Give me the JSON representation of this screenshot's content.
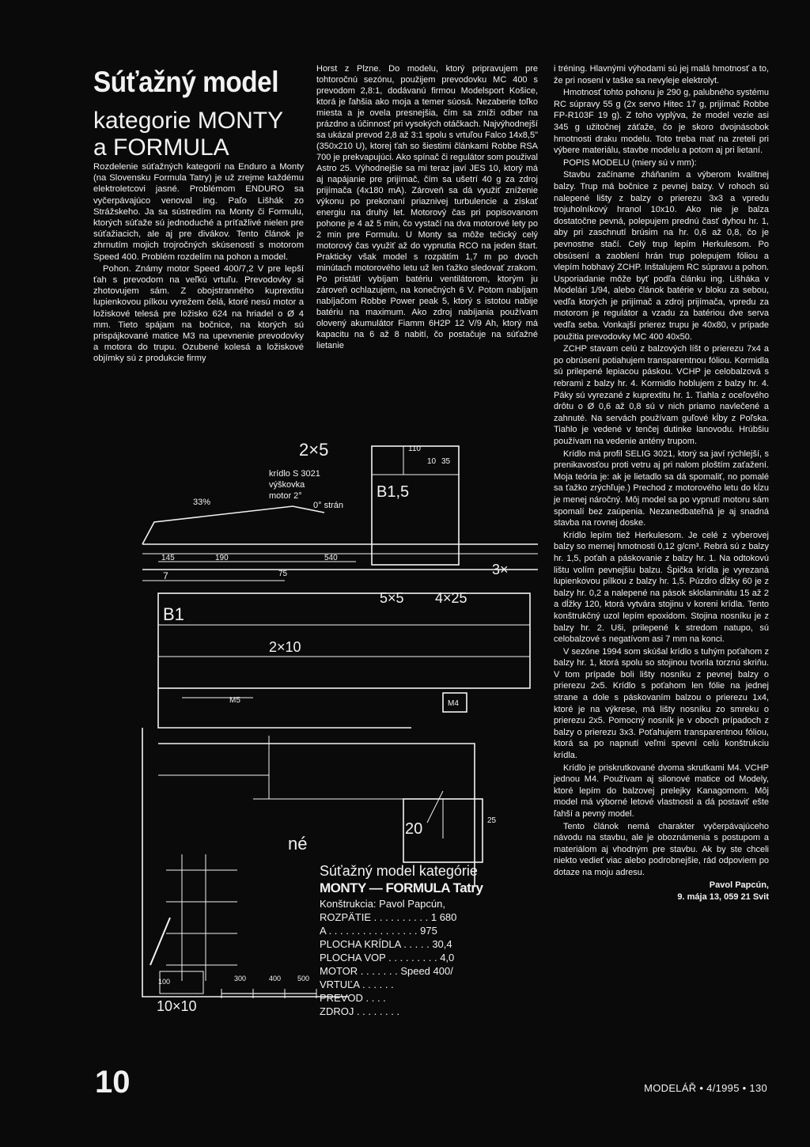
{
  "title": {
    "line1": "Súťažný model",
    "line2": "kategorie MONTY",
    "line3": "a FORMULA"
  },
  "left": {
    "intro": "Rozdelenie súťažných kategorií na Enduro a Monty (na Slovensku Formula Tatry) je už zrejme každému elektroletcovi jasné. Problémom ENDURO sa vyčerpávajúco venoval ing. Paľo Lišhák zo Strážskeho. Ja sa sústredím na Monty či Formulu, ktorých súťaže sú jednoduché a príťažlivé nielen pre súťažiacich, ale aj pre divákov. Tento článok je zhrnutím mojich trojročných skúseností s motorom Speed 400. Problém rozdelím na pohon a model.",
    "p1": "Pohon. Známy motor Speed 400/7,2 V pre lepší ťah s prevodom na veľkú vrtuľu. Prevodovky si zhotovujem sám. Z obojstranného kuprextitu lupienkovou pílkou vyrežem čelá, ktoré nesú motor a ložiskové telesá pre ložisko 624 na hriadel o Ø 4 mm. Tieto spájam na bočnice, na ktorých sú prispájkované matice M3 na upevnenie prevodovky a motora do trupu. Ozubené kolesá a ložiskové objímky sú z produkcie firmy"
  },
  "mid": {
    "p1": "Horst z Plzne. Do modelu, ktorý pripravujem pre tohtoročnú sezónu, použijem prevodovku MC 400 s prevodom 2,8:1, dodávanú firmou Modelsport Košice, ktorá je ľahšia ako moja a temer súosá. Nezaberie toľko miesta a je ovela presnejšia, čím sa zníži odber na prázdno a účinnosť pri vysokých otáčkach. Najvýhodnejší sa ukázal prevod 2,8 až 3:1 spolu s vrtuľou Falco 14x8,5\" (350x210 U), ktorej ťah so šiestimi článkami Robbe RSA 700 je prekvapujúci. Ako spínač či regulátor som použival Astro 25. Výhodnejšie sa mi teraz javí JES 10, ktorý má aj napájanie pre prijímač, čím sa ušetrí 40 g za zdroj prijímača (4x180 mA). Zároveň sa dá využiť zníženie výkonu po prekonaní priaznivej turbulencie a získať energiu na druhý let. Motorový čas pri popisovanom pohone je 4 až 5 min, čo vystačí na dva motorové lety po 2 min pre Formulu. U Monty sa môže tečický celý motorový čas využiť až do vypnutia RCO na jeden štart. Prakticky však model s rozpätím 1,7 m po dvoch minútach motorového letu už len ťažko sledovať zrakom. Po pristátí vybíjam batériu ventilátorom, ktorým ju zároveň ochlazujem, na konečných 6 V. Potom nabíjam nabíjačom Robbe Power peak 5, ktorý s istotou nabije batériu na maximum. Ako zdroj nabíjania používam olovený akumulátor Fiamm 6H2P 12 V/9 Ah, ktorý má kapacitu na 6 až 8 nabití, čo postačuje na súťažné lietanie"
  },
  "right": {
    "p1": "i tréning. Hlavnými výhodami sú jej malá hmotnosť a to, že pri nosení v taške sa nevyleje elektrolyt.",
    "p2": "Hmotnosť tohto pohonu je 290 g, palubného systému RC súpravy 55 g (2x servo Hitec 17 g, prijímač Robbe FP-R103F 19 g). Z toho vyplýva, že model vezie asi 345 g užitočnej záťaže, čo je skoro dvojnásobok hmotnosti draku modelu. Toto treba mať na zreteli pri výbere materiálu, stavbe modelu a potom aj pri lietaní.",
    "p3": "POPIS MODELU (miery sú v mm):",
    "p4": "Stavbu začíname zháňaním a výberom kvalitnej balzy. Trup má bočnice z pevnej balzy. V rohoch sú nalepené lišty z balzy o prierezu 3x3 a vpredu trojuholníkový hranol 10x10. Ako nie je balza dostatočne pevná, polepujem prednú časť dyhou hr. 1, aby pri zaschnutí brúsim na hr. 0,6 až 0,8, čo je pevnostne stačí. Celý trup lepím Herkulesom. Po obsúsení a zaoblení hrán trup polepujem fóliou a vlepím hobhavý ZCHP. Inštalujem RC súpravu a pohon. Usporiadanie môže byť podľa článku ing. Lišháka v Modelári 1/94, alebo článok batérie v bloku za sebou, vedľa ktorých je prijímač a zdroj prijímača, vpredu za motorom je regulátor a vzadu za batériou dve serva vedľa seba. Vonkajší prierez trupu je 40x80, v prípade použitia prevodovky MC 400 40x50.",
    "p5": "ZCHP stavam celú z balzových líšt o prierezu 7x4 a po obrúsení potiahujem transparentnou fóliou. Kormidla sú prilepené lepiacou páskou. VCHP je celobalzová s rebrami z balzy hr. 4. Kormidlo hoblujem z balzy hr. 4. Páky sú vyrezané z kuprextitu hr. 1. Tiahla z oceľového drôtu o Ø 0,6 až 0,8 sú v nich priamo navlečené a zahnuté. Na servách používam guľové kĺby z Poľska. Tiahlo je vedené v tenčej dutinke lanovodu. Hrúbšiu používam na vedenie antény trupom.",
    "p6": "Krídlo má profil SELIG 3021, ktorý sa javí rýchlejší, s prenikavosťou proti vetru aj pri nalom ploštím zaťažení. Moja teória je: ak je lietadlo sa dá spomaliť, no pomalé sa ťažko zrýchľuje.) Prechod z motorového letu do kĺzu je menej náročný. Môj model sa po vypnutí motoru sám spomalí bez zaúpenia. Nezanedbateľná je aj snadná stavba na rovnej doske.",
    "p7": "Krídlo lepím tiež Herkulesom. Je celé z vyberovej balzy so mernej hmotnosti 0,12 g/cm³. Rebrá sú z balzy hr. 1,5, poťah a páskovanie z balzy hr. 1. Na odtokovú lištu volím pevnejšiu balzu. Špička krídla je vyrezaná lupienkovou pílkou z balzy hr. 1,5. Púzdro dĺžky 60 je z balzy hr. 0,2 a nalepené na pások sklolaminátu 15 až 2 a dĺžky 120, ktorá vytvára stojinu v koreni krídla. Tento konštrukčný uzol lepím epoxidom. Stojina nosníku je z balzy hr. 2. Uši, prilepené k stredom natupo, sú celobalzové s negatívom asi 7 mm na konci.",
    "p8": "V sezóne 1994 som skúšal krídlo s tuhým poťahom z balzy hr. 1, ktorá spolu so stojinou tvorila torznú skriňu. V tom prípade boli lišty nosníku z pevnej balzy o prierezu 2x5. Krídlo s poťahom len fólie na jednej strane a dole s páskovaním balzou o prierezu 1x4, ktoré je na výkrese, má lišty nosníku zo smreku o prierezu 2x5. Pomocný nosník je v oboch prípadoch z balzy o prierezu 3x3. Poťahujem transparentnou fóliou, ktorá sa po napnutí veľmi spevní celú konštrukciu krídla.",
    "p9": "Krídlo je priskrutkované dvoma skrutkami M4. VCHP jednou M4. Používam aj silonové matice od Modely, ktoré lepím do balzovej prelejky Kanagomom. Môj model má výborné letové vlastnosti a dá postaviť ešte ľahší a pevný model.",
    "p10": "Tento článok nemá charakter vyčerpávajúceho návodu na stavbu, ale je oboznámenia s postupom a materiálom aj vhodným pre stavbu. Ak by ste chceli niekto vedieť viac alebo podrobnejšie, rád odpoviem po dotaze na moju adresu.",
    "author": "Pavol Papcún,",
    "address": "9. mája 13, 059 21 Svit"
  },
  "drawing": {
    "label_2x5": "2×5",
    "label_airfoil": "krídlo S 3021",
    "label_vyskovka": "výškovka",
    "label_motor": "motor 2°",
    "label_strany": "0° strán",
    "label_33": "33%",
    "label_b15": "B1,5",
    "label_110": "110",
    "label_10": "10",
    "label_35": "35",
    "label_145": "145",
    "label_190": "190",
    "label_540": "540",
    "label_7": "7",
    "label_75": "75",
    "label_b1": "B1",
    "label_3x": "3×",
    "label_5x5": "5×5",
    "label_4x25": "4×25",
    "label_2x10": "2×10",
    "label_m5": "M5",
    "label_m4": "M4",
    "label_20": "20",
    "label_25": "25",
    "label_ne": "né",
    "label_100": "100",
    "label_300": "300",
    "label_400": "400",
    "label_500": "500",
    "label_10x10": "10×10"
  },
  "spec": {
    "title1": "Súťažný model kategórie",
    "title2": "MONTY — FORMULA Tatry",
    "design": "Konštrukcia: Pavol Papcún,",
    "rows": [
      "ROZPÄTIE . . . . . . . . . . 1 680",
      "A . . . . . . . . . . . . . . . . 975",
      "PLOCHA KRÍDLA . . . . . 30,4",
      "PLOCHA VOP . . . . . . . . . 4,0",
      "MOTOR . . . . . . . Speed 400/",
      "VRTUĽA . . . . . .",
      "PREVOD . . . .",
      "ZDROJ . . . . . . . ."
    ]
  },
  "page_number": "10",
  "footer": "MODELÁŘ • 4/1995 • 130"
}
